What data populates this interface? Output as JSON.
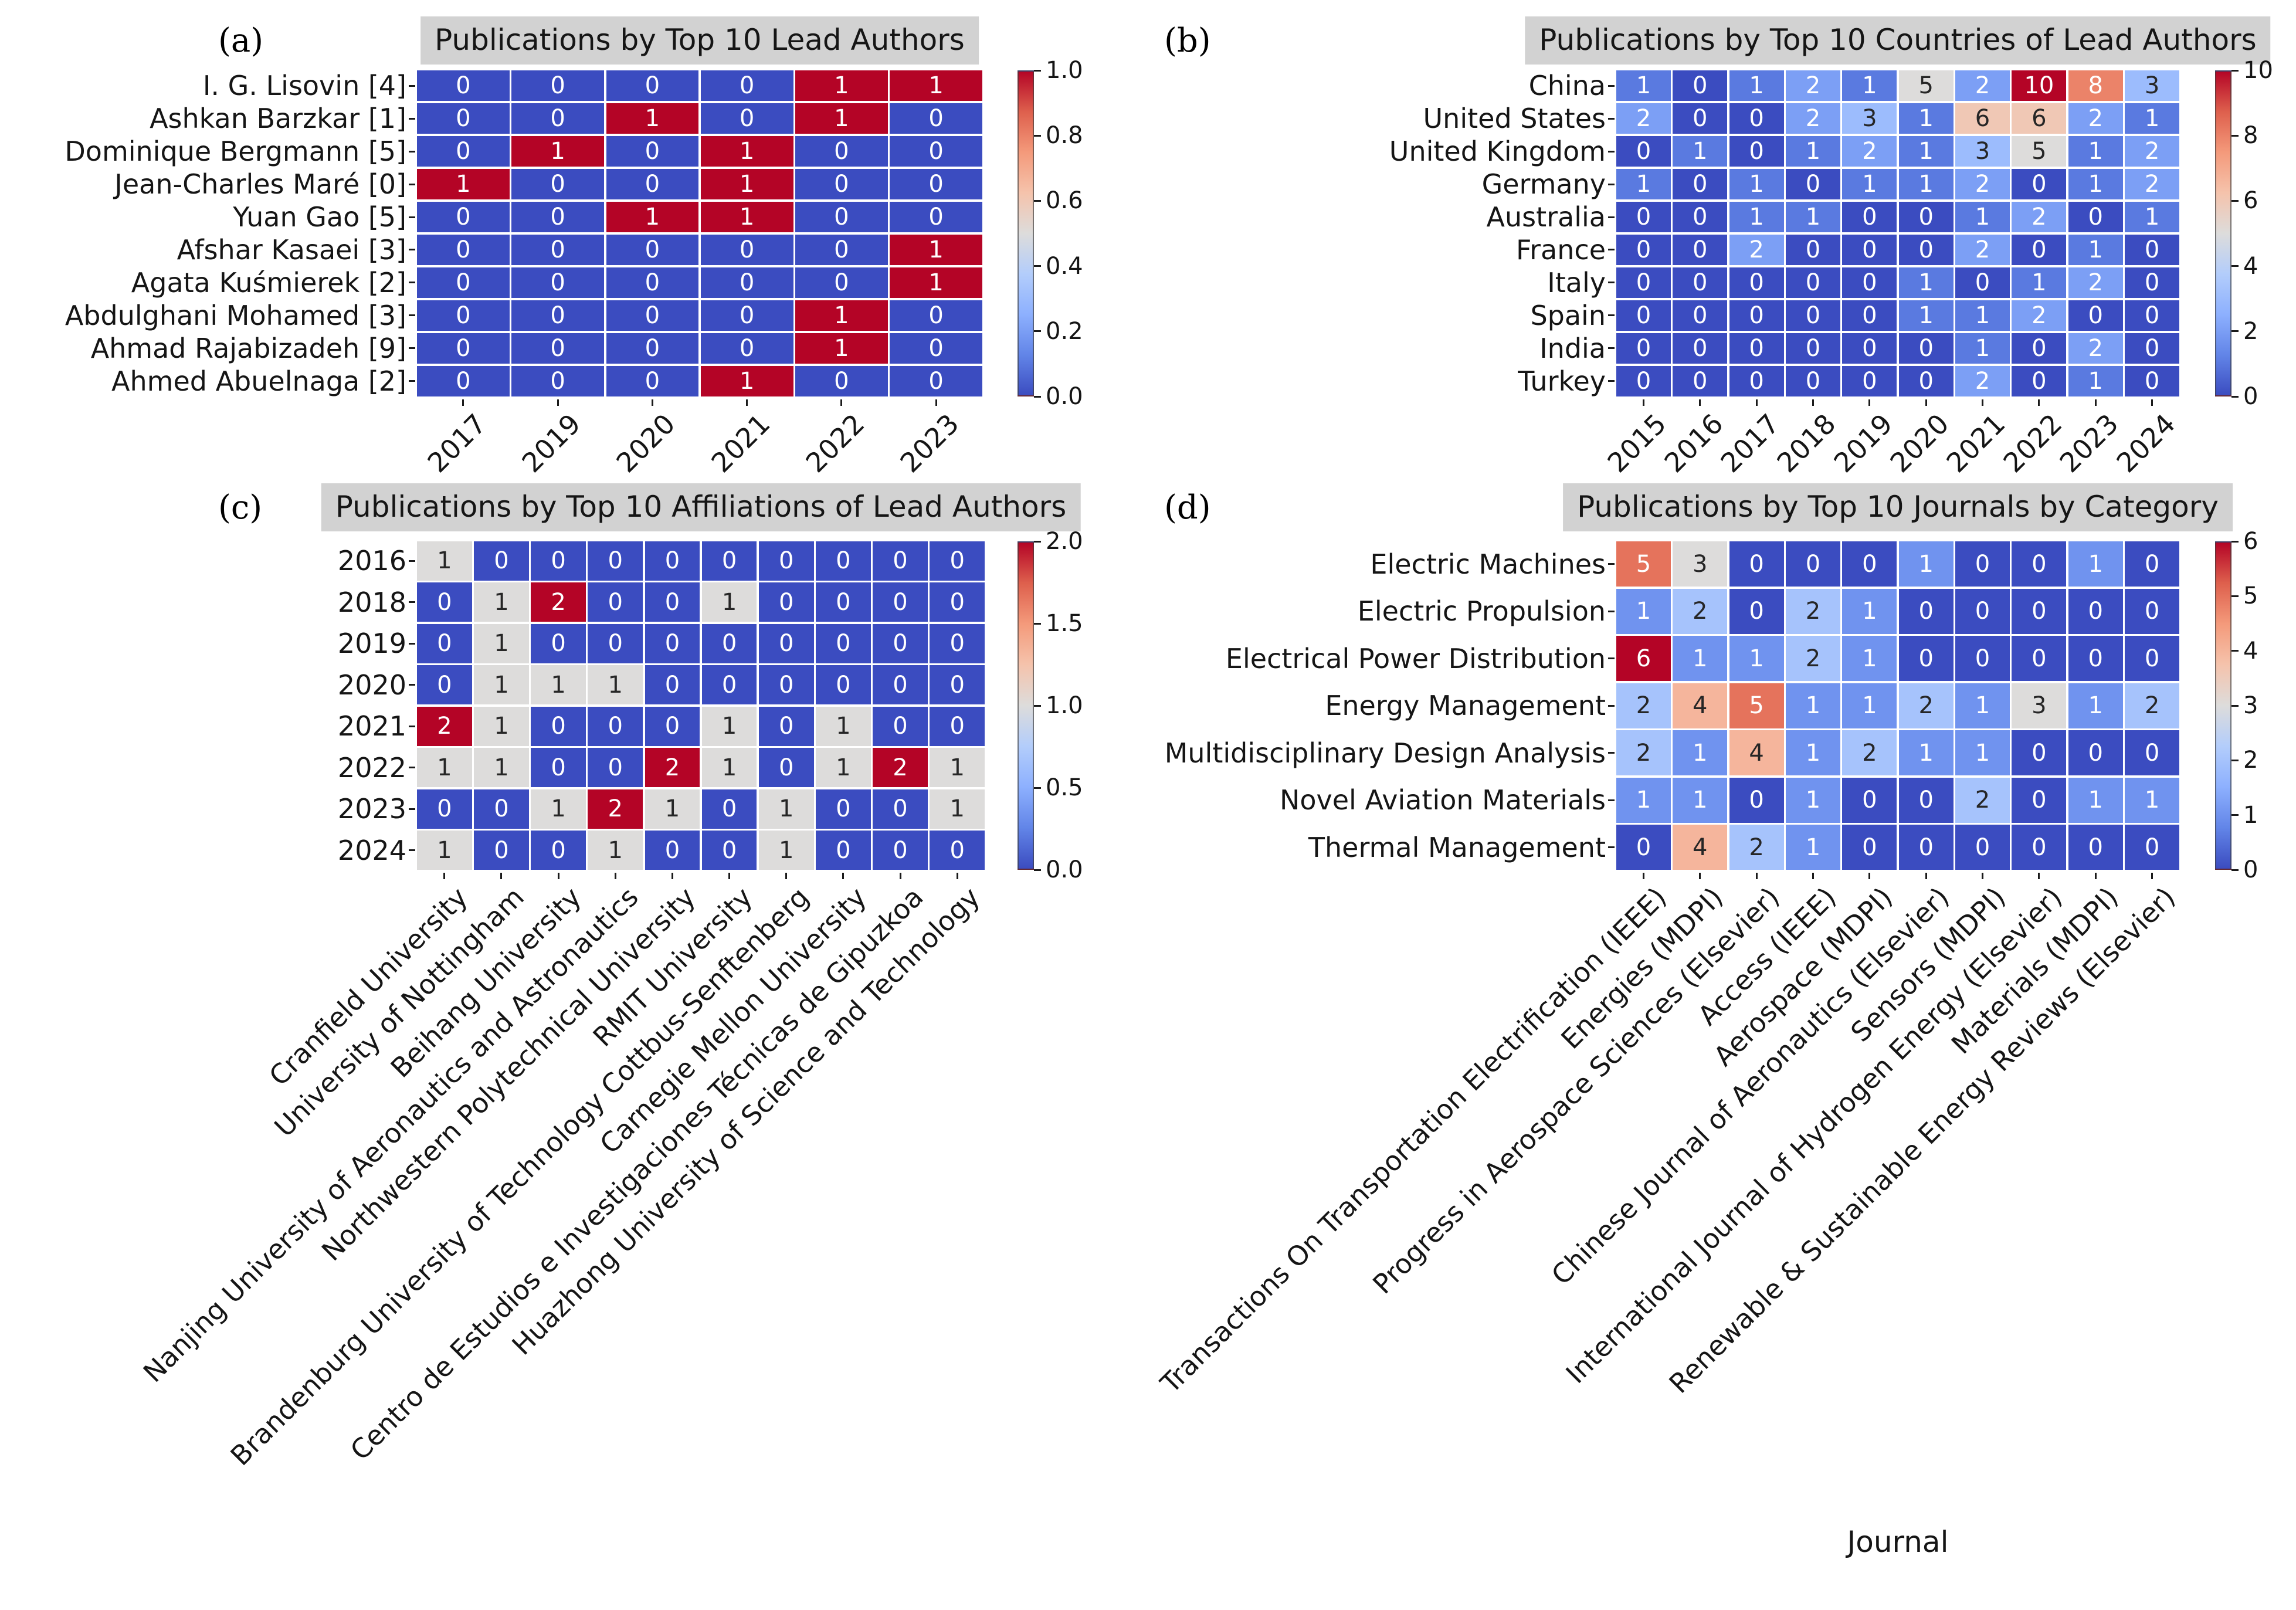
{
  "colors": {
    "figure_bg": "#ffffff",
    "title_bg": "#d2d2d2",
    "annot_dark": "#262626",
    "annot_light": "#ffffff",
    "cmap_stops": [
      {
        "t": 0.0,
        "rgb": [
          59,
          76,
          192
        ]
      },
      {
        "t": 0.125,
        "rgb": [
          98,
          133,
          232
        ]
      },
      {
        "t": 0.25,
        "rgb": [
          141,
          176,
          254
        ]
      },
      {
        "t": 0.375,
        "rgb": [
          179,
          205,
          251
        ]
      },
      {
        "t": 0.5,
        "rgb": [
          221,
          220,
          219
        ]
      },
      {
        "t": 0.625,
        "rgb": [
          245,
          195,
          172
        ]
      },
      {
        "t": 0.75,
        "rgb": [
          244,
          154,
          123
        ]
      },
      {
        "t": 0.875,
        "rgb": [
          222,
          96,
          77
        ]
      },
      {
        "t": 1.0,
        "rgb": [
          180,
          4,
          38
        ]
      }
    ]
  },
  "chart_data": [
    {
      "panel": "a",
      "letter": "(a)",
      "type": "heatmap",
      "title": "Publications by Top 10 Lead Authors",
      "rows": [
        "I. G. Lisovin [4]",
        "Ashkan Barzkar [1]",
        "Dominique Bergmann [5]",
        "Jean-Charles Maré [0]",
        "Yuan Gao [5]",
        "Afshar Kasaei [3]",
        "Agata Kuśmierek [2]",
        "Abdulghani Mohamed [3]",
        "Ahmad Rajabizadeh [9]",
        "Ahmed Abuelnaga [2]"
      ],
      "columns": [
        "2017",
        "2019",
        "2020",
        "2021",
        "2022",
        "2023"
      ],
      "values": [
        [
          0,
          0,
          0,
          0,
          1,
          1
        ],
        [
          0,
          0,
          1,
          0,
          1,
          0
        ],
        [
          0,
          1,
          0,
          1,
          0,
          0
        ],
        [
          1,
          0,
          0,
          1,
          0,
          0
        ],
        [
          0,
          0,
          1,
          1,
          0,
          0
        ],
        [
          0,
          0,
          0,
          0,
          0,
          1
        ],
        [
          0,
          0,
          0,
          0,
          0,
          1
        ],
        [
          0,
          0,
          0,
          0,
          1,
          0
        ],
        [
          0,
          0,
          0,
          0,
          1,
          0
        ],
        [
          0,
          0,
          0,
          1,
          0,
          0
        ]
      ],
      "vmin": 0,
      "vmax": 1,
      "colorbar_position": "right",
      "colorbar_ticks": [
        "1.0",
        "0.8",
        "0.6",
        "0.4",
        "0.2",
        "0.0"
      ]
    },
    {
      "panel": "b",
      "letter": "(b)",
      "type": "heatmap",
      "title": "Publications by Top 10 Countries of Lead Authors",
      "rows": [
        "China",
        "United States",
        "United Kingdom",
        "Germany",
        "Australia",
        "France",
        "Italy",
        "Spain",
        "India",
        "Turkey"
      ],
      "columns": [
        "2015",
        "2016",
        "2017",
        "2018",
        "2019",
        "2020",
        "2021",
        "2022",
        "2023",
        "2024"
      ],
      "values": [
        [
          1,
          0,
          1,
          2,
          1,
          5,
          2,
          10,
          8,
          3
        ],
        [
          2,
          0,
          0,
          2,
          3,
          1,
          6,
          6,
          2,
          1
        ],
        [
          0,
          1,
          0,
          1,
          2,
          1,
          3,
          5,
          1,
          2
        ],
        [
          1,
          0,
          1,
          0,
          1,
          1,
          2,
          0,
          1,
          2
        ],
        [
          0,
          0,
          1,
          1,
          0,
          0,
          1,
          2,
          0,
          1
        ],
        [
          0,
          0,
          2,
          0,
          0,
          0,
          2,
          0,
          1,
          0
        ],
        [
          0,
          0,
          0,
          0,
          0,
          1,
          0,
          1,
          2,
          0
        ],
        [
          0,
          0,
          0,
          0,
          0,
          1,
          1,
          2,
          0,
          0
        ],
        [
          0,
          0,
          0,
          0,
          0,
          0,
          1,
          0,
          2,
          0
        ],
        [
          0,
          0,
          0,
          0,
          0,
          0,
          2,
          0,
          1,
          0
        ]
      ],
      "vmin": 0,
      "vmax": 10,
      "colorbar_position": "right",
      "colorbar_ticks": [
        "10",
        "8",
        "6",
        "4",
        "2",
        "0"
      ]
    },
    {
      "panel": "c",
      "letter": "(c)",
      "type": "heatmap",
      "title": "Publications by Top 10 Affiliations of Lead Authors",
      "rows": [
        "2016",
        "2018",
        "2019",
        "2020",
        "2021",
        "2022",
        "2023",
        "2024"
      ],
      "columns": [
        "Cranfield University",
        "University of Nottingham",
        "Beihang University",
        "Nanjing University of Aeronautics and Astronautics",
        "Northwestern Polytechnical University",
        "RMIT University",
        "Brandenburg University of Technology Cottbus-Senftenberg",
        "Carnegie Mellon University",
        "Centro de Estudios e Investigaciones Técnicas de Gipuzkoa",
        "Huazhong University of Science and Technology"
      ],
      "values": [
        [
          1,
          0,
          0,
          0,
          0,
          0,
          0,
          0,
          0,
          0
        ],
        [
          0,
          1,
          2,
          0,
          0,
          1,
          0,
          0,
          0,
          0
        ],
        [
          0,
          1,
          0,
          0,
          0,
          0,
          0,
          0,
          0,
          0
        ],
        [
          0,
          1,
          1,
          1,
          0,
          0,
          0,
          0,
          0,
          0
        ],
        [
          2,
          1,
          0,
          0,
          0,
          1,
          0,
          1,
          0,
          0
        ],
        [
          1,
          1,
          0,
          0,
          2,
          1,
          0,
          1,
          2,
          1
        ],
        [
          0,
          0,
          1,
          2,
          1,
          0,
          1,
          0,
          0,
          1
        ],
        [
          1,
          0,
          0,
          1,
          0,
          0,
          1,
          0,
          0,
          0
        ]
      ],
      "vmin": 0,
      "vmax": 2,
      "colorbar_position": "right",
      "colorbar_ticks": [
        "2.0",
        "1.5",
        "1.0",
        "0.5",
        "0.0"
      ]
    },
    {
      "panel": "d",
      "letter": "(d)",
      "type": "heatmap",
      "title": "Publications by Top 10 Journals by Category",
      "xlabel": "Journal",
      "rows": [
        "Electric Machines",
        "Electric Propulsion",
        "Electrical Power Distribution",
        "Energy Management",
        "Multidisciplinary Design Analysis",
        "Novel Aviation Materials",
        "Thermal Management"
      ],
      "columns": [
        "Transactions On Transportation Electrification (IEEE)",
        "Energies (MDPI)",
        "Progress in Aerospace Sciences (Elsevier)",
        "Access (IEEE)",
        "Aerospace (MDPI)",
        "Chinese Journal of Aeronautics (Elsevier)",
        "Sensors (MDPI)",
        "International Journal of Hydrogen Energy (Elsevier)",
        "Materials (MDPI)",
        "Renewable & Sustainable Energy Reviews (Elsevier)"
      ],
      "values": [
        [
          5,
          3,
          0,
          0,
          0,
          1,
          0,
          0,
          1,
          0
        ],
        [
          1,
          2,
          0,
          2,
          1,
          0,
          0,
          0,
          0,
          0
        ],
        [
          6,
          1,
          1,
          2,
          1,
          0,
          0,
          0,
          0,
          0
        ],
        [
          2,
          4,
          5,
          1,
          1,
          2,
          1,
          3,
          1,
          2
        ],
        [
          2,
          1,
          4,
          1,
          2,
          1,
          1,
          0,
          0,
          0
        ],
        [
          1,
          1,
          0,
          1,
          0,
          0,
          2,
          0,
          1,
          1
        ],
        [
          0,
          4,
          2,
          1,
          0,
          0,
          0,
          0,
          0,
          0
        ]
      ],
      "vmin": 0,
      "vmax": 6,
      "colorbar_position": "right",
      "colorbar_ticks": [
        "6",
        "5",
        "4",
        "3",
        "2",
        "1",
        "0"
      ]
    }
  ]
}
